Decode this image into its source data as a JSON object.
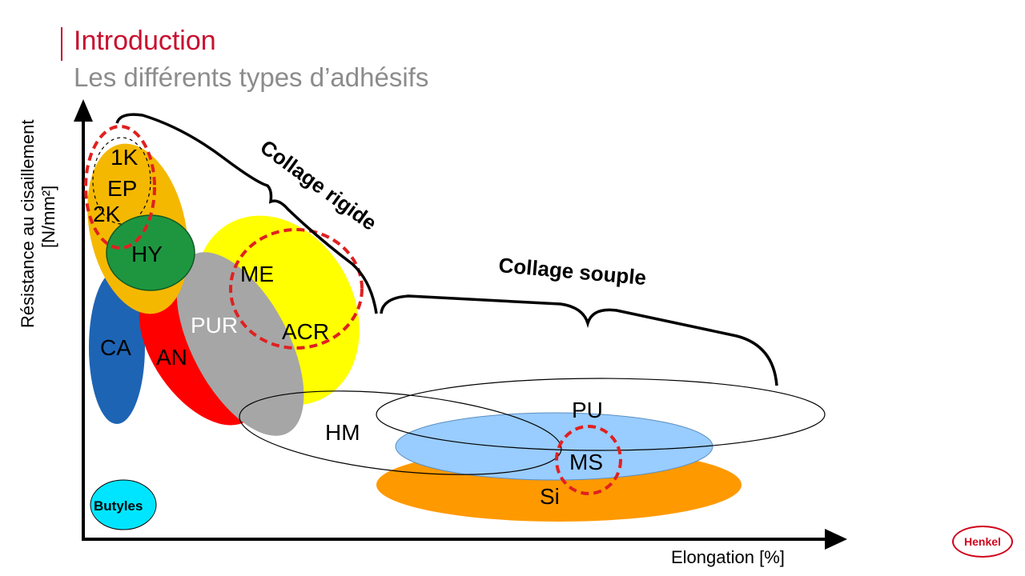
{
  "header": {
    "title": "Introduction",
    "subtitle": "Les différents types d’adhésifs"
  },
  "axes": {
    "y_label_line1": "Résistance au cisaillement",
    "y_label_line2": "[N/mm²]",
    "x_label": "Elongation [%]"
  },
  "groups": {
    "rigid": "Collage rigide",
    "flexible": "Collage souple"
  },
  "adhesives": {
    "ep_1k": "1K",
    "ep": "EP",
    "ep_2k": "2K",
    "hy": "HY",
    "me": "ME",
    "acr": "ACR",
    "pur": "PUR",
    "ca": "CA",
    "an": "AN",
    "hm": "HM",
    "pu": "PU",
    "ms": "MS",
    "si": "Si",
    "butyles": "Butyles"
  },
  "colors": {
    "accent": "#c8102e",
    "ep": "#f5b800",
    "hy": "#1e9640",
    "me_acr": "#ffff00",
    "pur": "#a6a6a6",
    "an": "#ff0000",
    "ca": "#1e64b4",
    "pu": "#99ccff",
    "si": "#ff9900",
    "butyles": "#00e5ff",
    "highlight": "#e02020"
  },
  "logo": {
    "text": "Henkel"
  }
}
